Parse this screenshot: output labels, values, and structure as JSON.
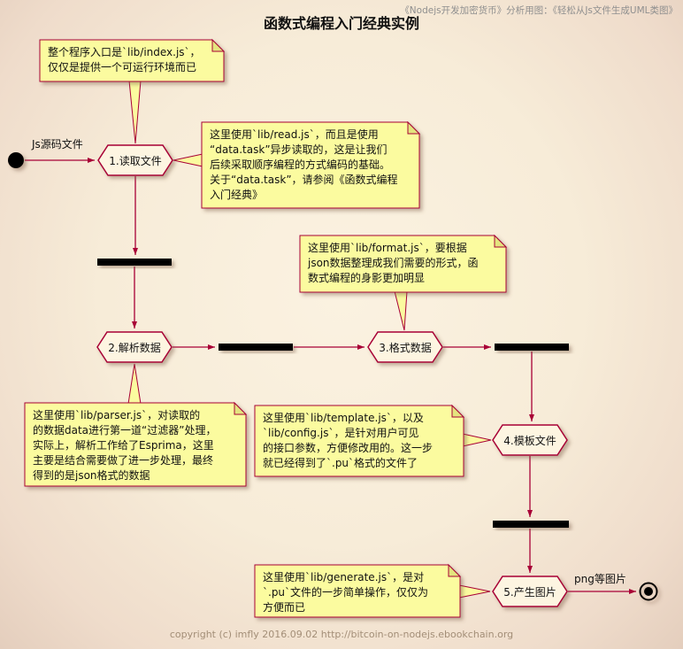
{
  "header": {
    "caption": "《Nodejs开发加密货币》分析用图：《轻松从Js文件生成UML类图》",
    "title": "函数式编程入门经典实例"
  },
  "labels": {
    "start": "Js源码文件",
    "end": "png等图片"
  },
  "activities": [
    {
      "label": "1.读取文件"
    },
    {
      "label": "2.解析数据"
    },
    {
      "label": "3.格式数据"
    },
    {
      "label": "4.模板文件"
    },
    {
      "label": "5.产生图片"
    }
  ],
  "notes": [
    {
      "text": "整个程序入口是`lib/index.js`，\n仅仅是提供一个可运行环境而已"
    },
    {
      "text": "这里使用`lib/read.js`，而且是使用\n“data.task”异步读取的，这是让我们\n后续采取顺序编程的方式编码的基础。\n关于“data.task”，请参阅《函数式编程\n入门经典》"
    },
    {
      "text": "这里使用`lib/format.js`，要根据\njson数据整理成我们需要的形式，函\n数式编程的身影更加明显"
    },
    {
      "text": "这里使用`lib/parser.js`，对读取的\n的数据data进行第一道“过滤器”处理，\n实际上，解析工作给了Esprima，这里\n主要是结合需要做了进一步处理，最终\n得到的是json格式的数据"
    },
    {
      "text": "这里使用`lib/template.js`，以及\n`lib/config.js`，是针对用户可见\n的接口参数，方便修改用的。这一步\n就已经得到了`.pu`格式的文件了"
    },
    {
      "text": "这里使用`lib/generate.js`，是对\n`.pu`文件的一步简单操作，仅仅为\n方便而已"
    }
  ],
  "footer": {
    "copyright": "copyright (c) imfly 2016.09.02 http://bitcoin-on-nodejs.ebookchain.org"
  },
  "colors": {
    "accent": "#A80036",
    "note_fill": "#FBFB9F",
    "note_fold": "#E4E47E",
    "shape_fill": "#FDF5E1",
    "bar": "#000000"
  }
}
